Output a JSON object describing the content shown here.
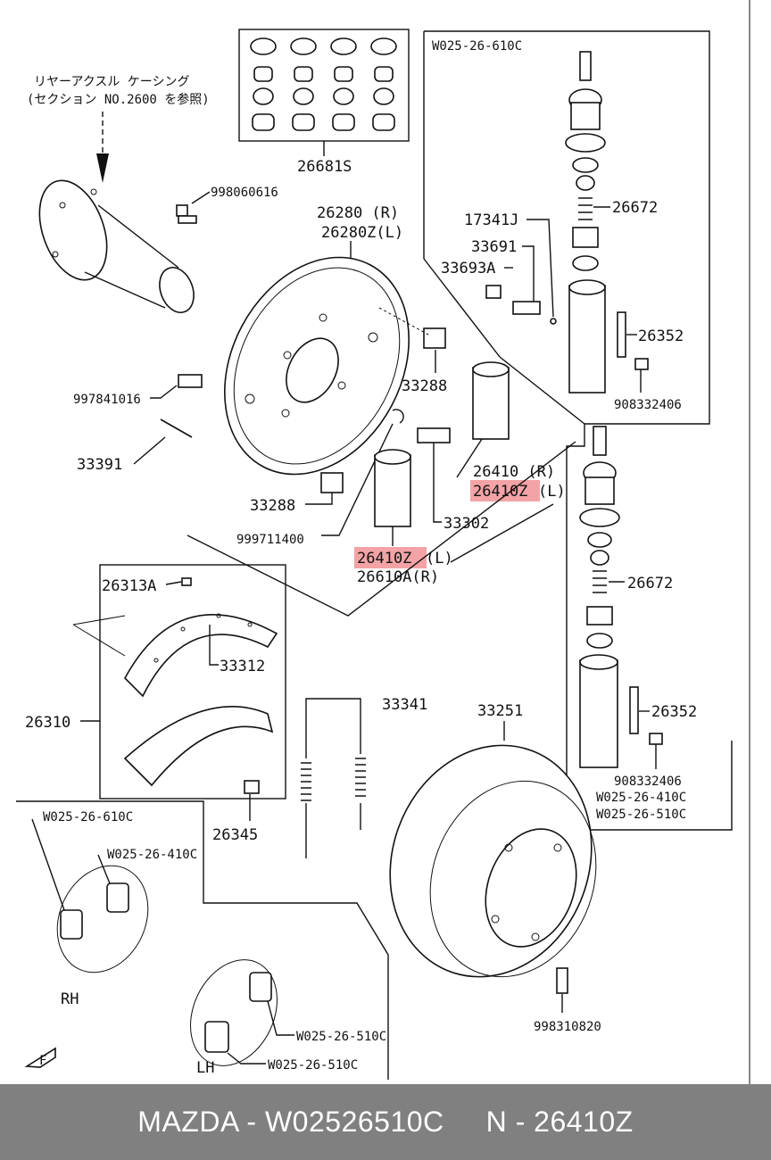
{
  "labels": {
    "rear_axle_casing_1": "リヤーアクスル ケーシング",
    "rear_axle_casing_2": "(セクション NO.2600 を参照)",
    "p26681S": "26681S",
    "p998060616": "998060616",
    "p26280R": "26280 (R)",
    "p26280ZL": "26280Z(L)",
    "pW02526610C_top": "W025-26-610C",
    "p26672_a": "26672",
    "p17341J": "17341J",
    "p33691": "33691",
    "p33693A": "33693A",
    "p26352_a": "26352",
    "p33288_a": "33288",
    "p997841016": "997841016",
    "p908332406_a": "908332406",
    "p33391": "33391",
    "p26410R": "26410  (R)",
    "p26410Z_right": "26410Z",
    "suffix_L_right": "(L)",
    "p33288_b": "33288",
    "p33302": "33302",
    "p999711400": "999711400",
    "p26410Z_left": "26410Z",
    "suffix_L_left": "(L)",
    "p26610AR": "26610A(R)",
    "p26672_b": "26672",
    "p26313A": "26313A",
    "p33312": "33312",
    "p26352_b": "26352",
    "p33341": "33341",
    "p33251": "33251",
    "p26310": "26310",
    "p908332406_b": "908332406",
    "pW02526410C_r": "W025-26-410C",
    "pW02526510C_r": "W025-26-510C",
    "pW02526610C_left": "W025-26-610C",
    "pW02526410C_left": "W025-26-410C",
    "p26345": "26345",
    "rh": "RH",
    "p998310820": "998310820",
    "pW02526510C_a": "W025-26-510C",
    "lh": "LH",
    "pW02526510C_b": "W025-26-510C",
    "front": "F"
  },
  "footer": {
    "text": "MAZDA - W02526510C     N - 26410Z"
  },
  "colors": {
    "highlight": "#f3a3a6",
    "footer_bg": "#808080",
    "footer_text": "#ffffff"
  }
}
